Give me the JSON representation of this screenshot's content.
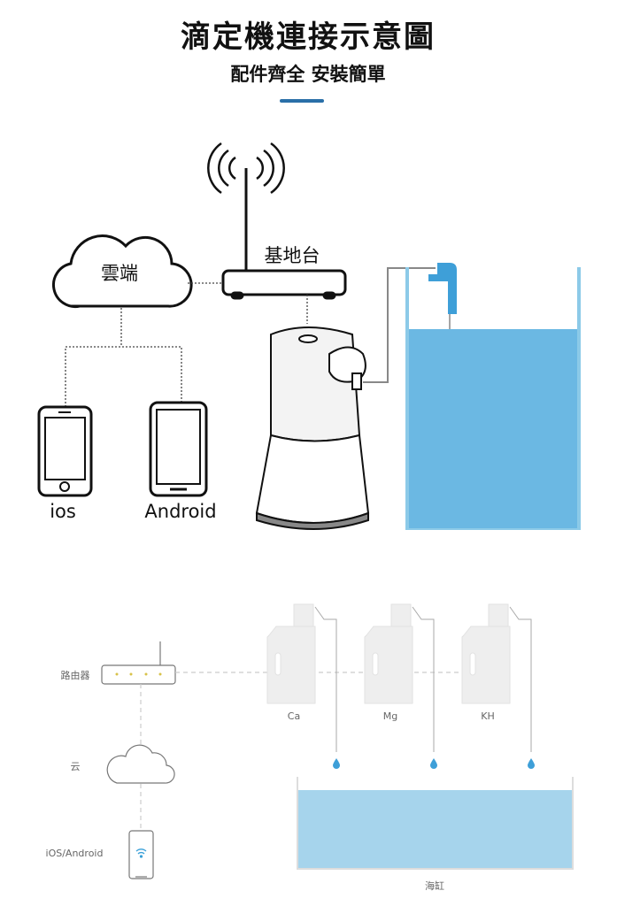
{
  "header": {
    "title": "滴定機連接示意圖",
    "subtitle": "配件齊全 安裝簡單",
    "accent_color": "#2a6fa8"
  },
  "top_diagram": {
    "cloud_label": "雲端",
    "base_station_label": "基地台",
    "phone_ios_label": "ios",
    "phone_android_label": "Android",
    "water_color": "#6bb8e3"
  },
  "bottom_diagram": {
    "router_label": "路由器",
    "cloud_label": "云",
    "phone_label": "iOS/Android",
    "bottles": [
      {
        "label": "Ca"
      },
      {
        "label": "Mg"
      },
      {
        "label": "KH"
      }
    ],
    "tank_label": "海缸",
    "water_color": "#a6d4ec"
  }
}
